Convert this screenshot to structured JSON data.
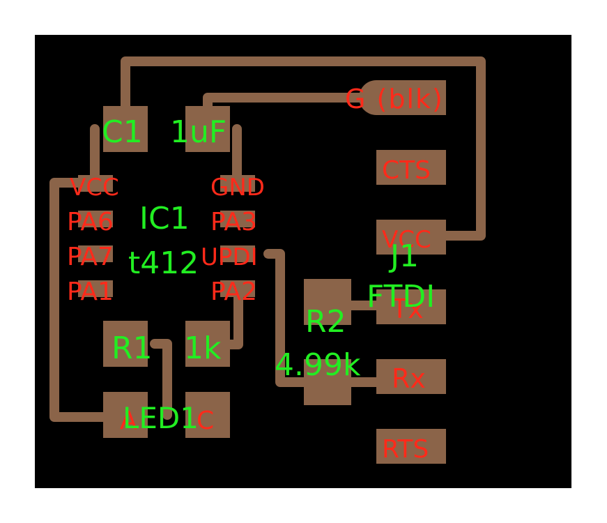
{
  "colors": {
    "background": "#000000",
    "copper": "#8b6449",
    "pin_label": "#ff2a1a",
    "component_label": "#22ee22",
    "page": "#ffffff"
  },
  "components": {
    "c1": {
      "ref": "C1",
      "value": "1uF"
    },
    "ic1": {
      "ref": "IC1",
      "value": "t412"
    },
    "r1": {
      "ref": "R1",
      "value": "1k"
    },
    "r2": {
      "ref": "R2",
      "value": "4.99k"
    },
    "led1": {
      "ref": "LED1",
      "anode": "A",
      "cathode": "C"
    },
    "j1": {
      "ref": "J1",
      "value": "FTDI"
    }
  },
  "ic_pins": {
    "vcc": "VCC",
    "pa6": "PA6",
    "pa7": "PA7",
    "pa1": "PA1",
    "gnd": "GND",
    "pa3": "PA3",
    "updi": "UPDI",
    "pa2": "PA2"
  },
  "ftdi_pins": {
    "gnd": "G (blk)",
    "cts": "CTS",
    "vcc": "VCC",
    "tx": "Tx",
    "rx": "Rx",
    "rts": "RTS"
  }
}
